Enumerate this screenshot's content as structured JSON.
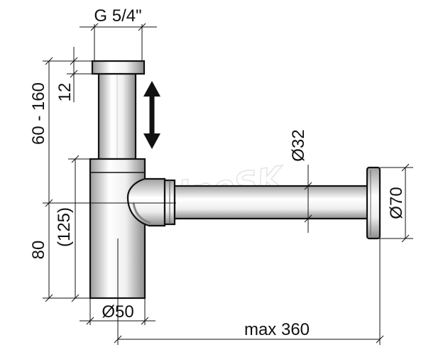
{
  "diagram": {
    "labels": {
      "thread": "G 5/4\"",
      "flange_height": "12",
      "adjust_range": "60 - 160",
      "body_height": "(125)",
      "outlet_height": "80",
      "pipe_diameter": "Ø32",
      "rosette_diameter": "Ø70",
      "body_diameter": "Ø50",
      "max_length": "max 360"
    },
    "watermark": "KupelneSK",
    "colors": {
      "line": "#111111",
      "metal_light": "#ffffff",
      "metal_dark": "#9a9a9a",
      "watermark": "#e6e6e6"
    }
  }
}
